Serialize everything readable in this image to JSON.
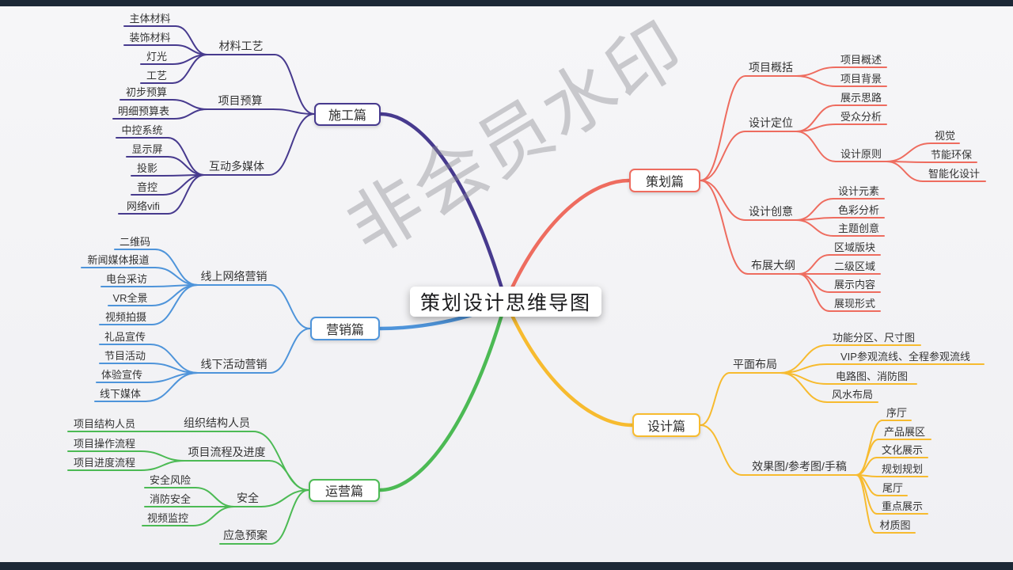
{
  "watermark": "非会员水印",
  "root": {
    "label": "策划设计思维导图"
  },
  "branches": [
    {
      "label": "施工篇",
      "color": "#473a8e",
      "children": [
        {
          "label": "材料工艺",
          "children": [
            {
              "label": "主体材料"
            },
            {
              "label": "装饰材料"
            },
            {
              "label": "灯光"
            },
            {
              "label": "工艺"
            }
          ]
        },
        {
          "label": "项目预算",
          "children": [
            {
              "label": "初步预算"
            },
            {
              "label": "明细预算表"
            }
          ]
        },
        {
          "label": "互动多媒体",
          "children": [
            {
              "label": "中控系统"
            },
            {
              "label": "显示屏"
            },
            {
              "label": "投影"
            },
            {
              "label": "音控"
            },
            {
              "label": "网络vifi"
            }
          ]
        }
      ]
    },
    {
      "label": "营销篇",
      "color": "#4e94da",
      "children": [
        {
          "label": "线上网络营销",
          "children": [
            {
              "label": "二维码"
            },
            {
              "label": "新闻媒体报道"
            },
            {
              "label": "电台采访"
            },
            {
              "label": "VR全景"
            },
            {
              "label": "视频拍摄"
            }
          ]
        },
        {
          "label": "线下活动营销",
          "children": [
            {
              "label": "礼品宣传"
            },
            {
              "label": "节目活动"
            },
            {
              "label": "体验宣传"
            },
            {
              "label": "线下媒体"
            }
          ]
        }
      ]
    },
    {
      "label": "运营篇",
      "color": "#4cba54",
      "children": [
        {
          "label": "组织结构人员",
          "children": [
            {
              "label": "项目结构人员"
            }
          ]
        },
        {
          "label": "项目流程及进度",
          "children": [
            {
              "label": "项目操作流程"
            },
            {
              "label": "项目进度流程"
            }
          ]
        },
        {
          "label": "安全",
          "children": [
            {
              "label": "安全风险"
            },
            {
              "label": "消防安全"
            },
            {
              "label": "视频监控"
            }
          ]
        },
        {
          "label": "应急预案"
        }
      ]
    },
    {
      "label": "策划篇",
      "color": "#ee6c5f",
      "children": [
        {
          "label": "项目概括",
          "children": [
            {
              "label": "项目概述"
            },
            {
              "label": "项目背景"
            }
          ]
        },
        {
          "label": "设计定位",
          "children": [
            {
              "label": "展示思路"
            },
            {
              "label": "受众分析"
            },
            {
              "label": "设计原则",
              "children": [
                {
                  "label": "视觉"
                },
                {
                  "label": "节能环保"
                },
                {
                  "label": "智能化设计"
                }
              ]
            }
          ]
        },
        {
          "label": "设计创意",
          "children": [
            {
              "label": "设计元素"
            },
            {
              "label": "色彩分析"
            },
            {
              "label": "主题创意"
            }
          ]
        },
        {
          "label": "布展大纲",
          "children": [
            {
              "label": "区域版块"
            },
            {
              "label": "二级区域"
            },
            {
              "label": "展示内容"
            },
            {
              "label": "展现形式"
            }
          ]
        }
      ]
    },
    {
      "label": "设计篇",
      "color": "#f7bb2f",
      "children": [
        {
          "label": "平面布局",
          "children": [
            {
              "label": "功能分区、尺寸图"
            },
            {
              "label": "VIP参观流线、全程参观流线"
            },
            {
              "label": "电路图、消防图"
            },
            {
              "label": "风水布局"
            }
          ]
        },
        {
          "label": "效果图/参考图/手稿",
          "children": [
            {
              "label": "序厅"
            },
            {
              "label": "产品展区"
            },
            {
              "label": "文化展示"
            },
            {
              "label": "规划规划"
            },
            {
              "label": "尾厅"
            },
            {
              "label": "重点展示"
            },
            {
              "label": "材质图"
            }
          ]
        }
      ]
    }
  ]
}
